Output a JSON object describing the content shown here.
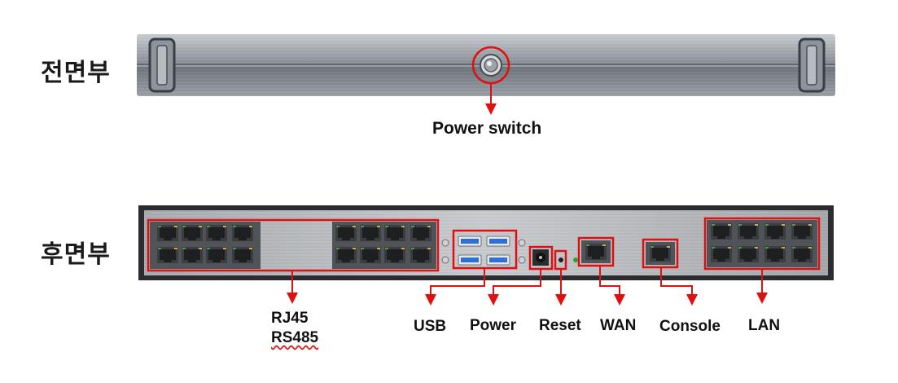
{
  "sections": {
    "front_label": "전면부",
    "rear_label": "후면부"
  },
  "callouts": {
    "power_switch": "Power switch",
    "rj45": "RJ45",
    "rs485": "RS485",
    "usb": "USB",
    "power": "Power",
    "reset": "Reset",
    "wan": "WAN",
    "console": "Console",
    "lan": "LAN"
  },
  "colors": {
    "highlight": "#e01010",
    "panel_front": "#8a9098",
    "panel_rear": "#b9bcc0",
    "usb_blue": "#2f6fd6"
  },
  "ports": {
    "rj45_rs485_count": 16,
    "usb_count": 4,
    "lan_count": 8
  }
}
